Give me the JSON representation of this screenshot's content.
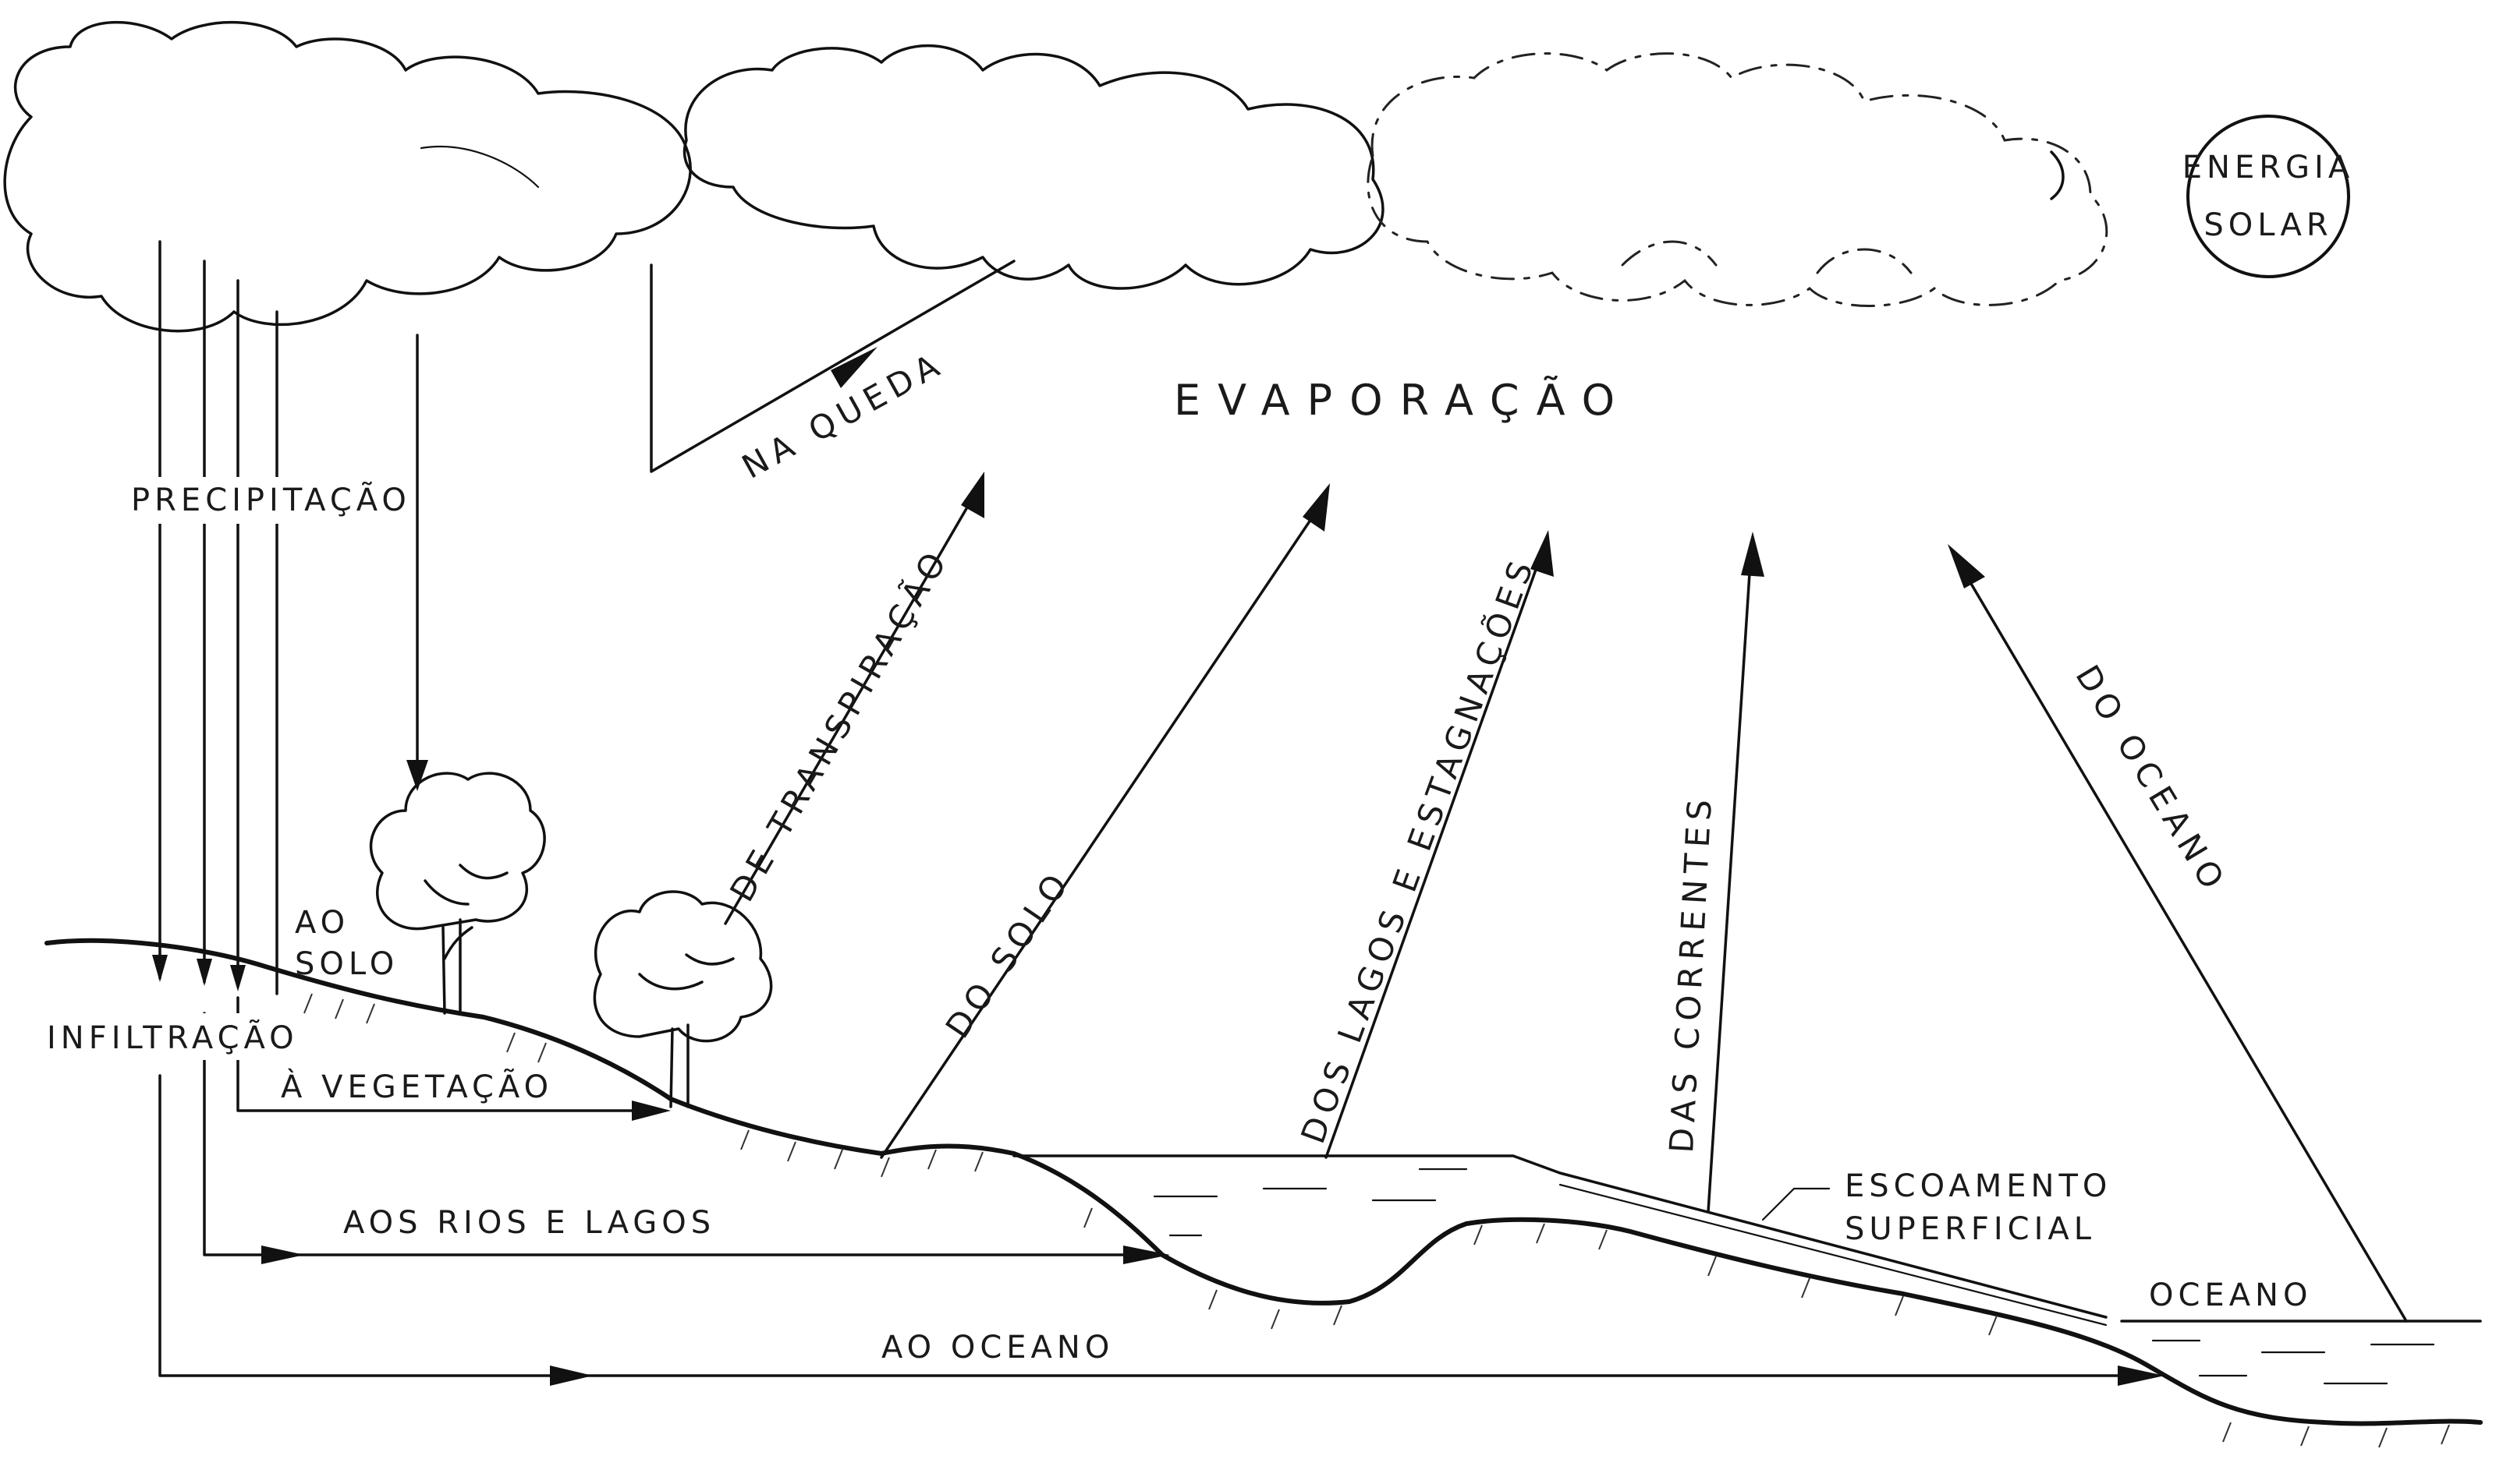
{
  "diagram": {
    "labels": {
      "solar_energy_line1": "ENERGIA",
      "solar_energy_line2": "SOLAR",
      "evaporation": "EVAPORAÇÃO",
      "on_fall": "NA QUEDA",
      "precipitation": "PRECIPITAÇÃO",
      "transpiration": "DE TRANSPIRAÇÃO",
      "from_soil": "DO SOLO",
      "from_lakes": "DOS LAGOS E ESTAGNAÇÕES",
      "from_streams": "DAS CORRENTES",
      "from_ocean": "DO OCEANO",
      "to_soil_line1": "AO",
      "to_soil_line2": "SOLO",
      "infiltration": "INFILTRAÇÃO",
      "to_vegetation": "À VEGETAÇÃO",
      "to_rivers_lakes": "AOS RIOS E LAGOS",
      "to_ocean": "AO OCEANO",
      "runoff_line1": "ESCOAMENTO",
      "runoff_line2": "SUPERFICIAL",
      "ocean": "OCEANO"
    }
  }
}
